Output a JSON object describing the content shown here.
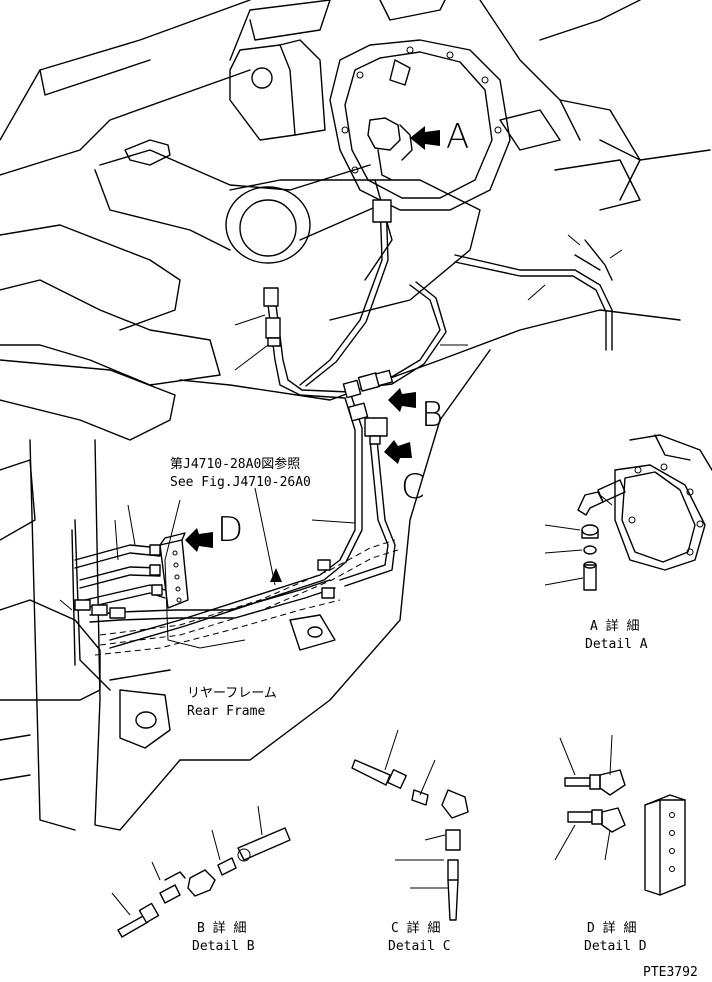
{
  "callouts": {
    "a": "A",
    "b": "B",
    "c": "C",
    "d": "D"
  },
  "reference": {
    "jp": "第J4710-28A0図参照",
    "en": "See Fig.J4710-26A0"
  },
  "rear_frame": {
    "jp": "リヤーフレーム",
    "en": "Rear Frame"
  },
  "details": {
    "a": {
      "jp": "A 詳 細",
      "en": "Detail A"
    },
    "b": {
      "jp": "B 詳 細",
      "en": "Detail B"
    },
    "c": {
      "jp": "C 詳 細",
      "en": "Detail C"
    },
    "d": {
      "jp": "D 詳 細",
      "en": "Detail D"
    }
  },
  "drawing_number": "PTE3792",
  "colors": {
    "ink": "#000000",
    "paper": "#ffffff"
  }
}
